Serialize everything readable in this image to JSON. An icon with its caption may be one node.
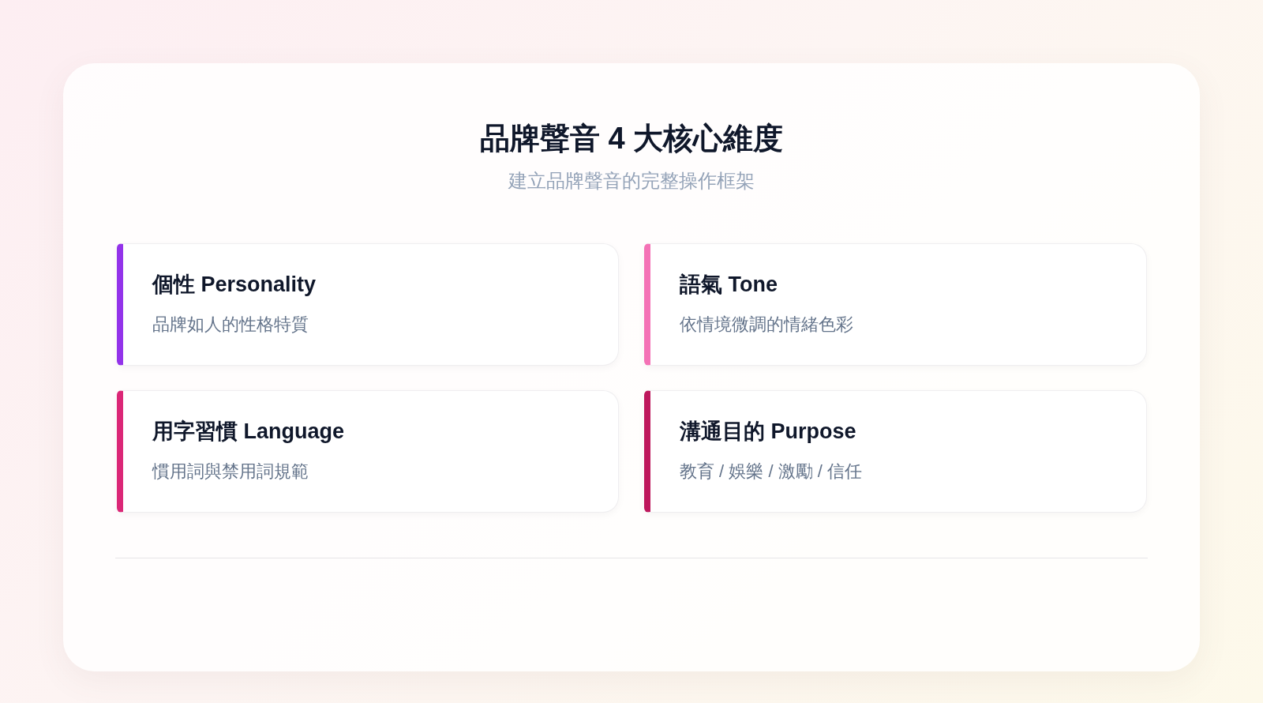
{
  "diagram": {
    "title": "品牌聲音 4 大核心維度",
    "nodes": [
      {
        "text": [
          "個性 Personality",
          "品牌如人的性格特質"
        ]
      },
      {
        "text": [
          "語氣 Tone",
          "依情境微調的情緒色彩"
        ]
      },
      {
        "text": [
          "用字習慣 Language",
          "慣用詞與禁用詞規範"
        ]
      },
      {
        "text": [
          "溝通目的 Purpose",
          "教育 / 娛樂 / 激勵 / 信任"
        ]
      }
    ],
    "labels": [
      "建立品牌聲音的完整操作框架"
    ]
  }
}
